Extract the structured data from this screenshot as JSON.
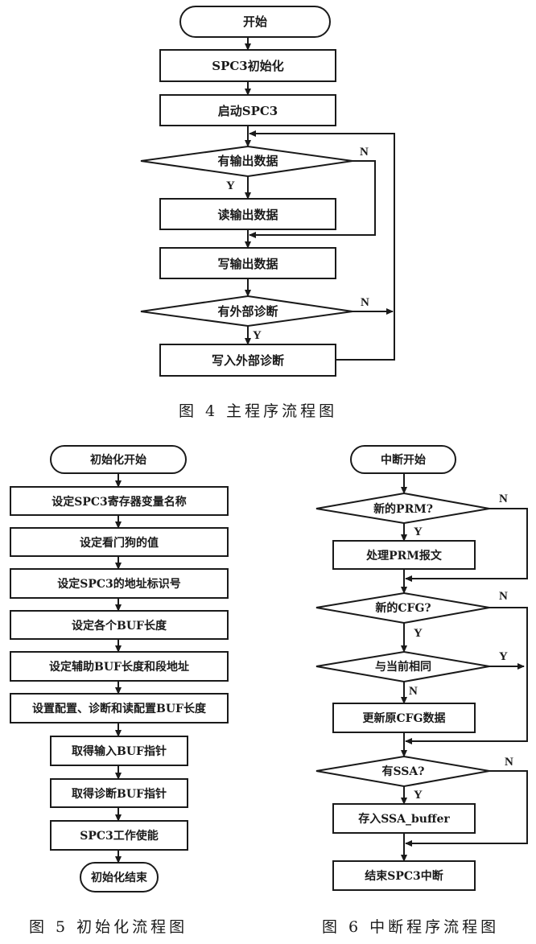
{
  "figures": [
    {
      "id": "fig4",
      "caption": "图 4   主程序流程图",
      "nodes": {
        "start": "开始",
        "init": "SPC3初始化",
        "launch": "启动SPC3",
        "has_output": "有输出数据",
        "read_output": "读输出数据",
        "write_output": "写输出数据",
        "has_ext_diag": "有外部诊断",
        "write_ext_diag": "写入外部诊断"
      },
      "edge_labels": {
        "has_output_no": "N",
        "has_output_yes": "Y",
        "has_ext_diag_no": "N",
        "has_ext_diag_yes": "Y"
      }
    },
    {
      "id": "fig5",
      "caption": "图 5   初始化流程图",
      "nodes": {
        "start": "初始化开始",
        "step1": "设定SPC3寄存器变量名称",
        "step2": "设定看门狗的值",
        "step3": "设定SPC3的地址标识号",
        "step4": "设定各个BUF长度",
        "step5": "设定辅助BUF长度和段地址",
        "step6": "设置配置、诊断和读配置BUF长度",
        "step7": "取得输入BUF指针",
        "step8": "取得诊断BUF指针",
        "step9": "SPC3工作使能",
        "end": "初始化结束"
      }
    },
    {
      "id": "fig6",
      "caption": "图 6   中断程序流程图",
      "nodes": {
        "start": "中断开始",
        "new_prm": "新的PRM?",
        "process_prm": "处理PRM报文",
        "new_cfg": "新的CFG?",
        "same_as_current": "与当前相同",
        "update_cfg": "更新原CFG数据",
        "has_ssa": "有SSA?",
        "store_ssa": "存入SSA_buffer",
        "end": "结束SPC3中断"
      },
      "edge_labels": {
        "new_prm_no": "N",
        "new_prm_yes": "Y",
        "new_cfg_no": "N",
        "new_cfg_yes": "Y",
        "same_yes": "Y",
        "same_no": "N",
        "has_ssa_no": "N",
        "has_ssa_yes": "Y"
      }
    }
  ]
}
